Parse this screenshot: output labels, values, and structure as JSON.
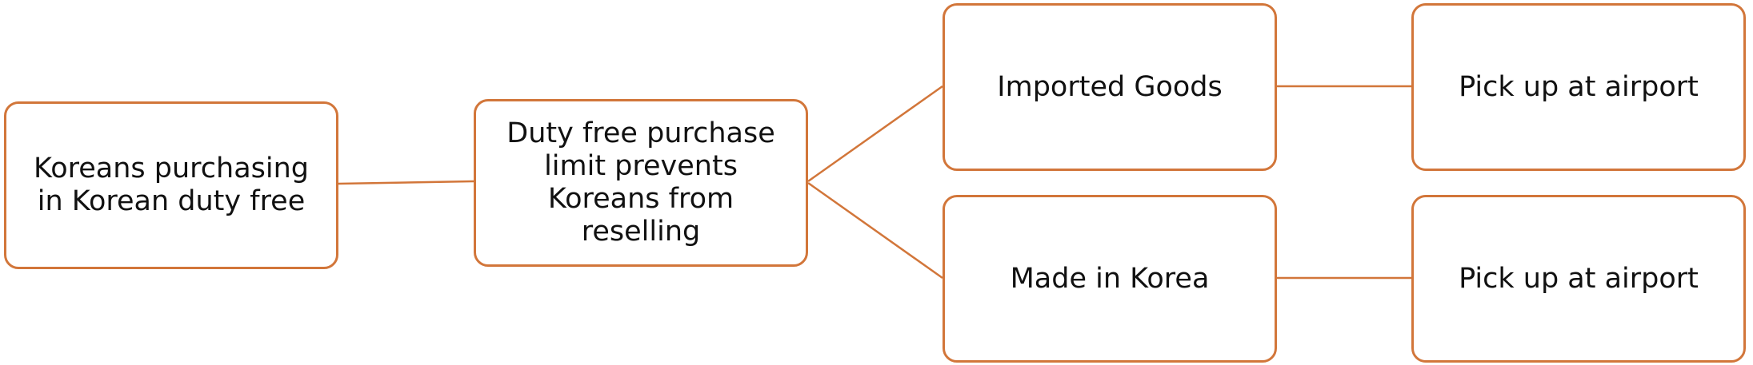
{
  "diagram": {
    "accent_color": "#d2763a",
    "nodes": [
      {
        "id": "n1",
        "label": "Koreans purchasing\nin Korean duty free"
      },
      {
        "id": "n2",
        "label": "Duty free purchase\nlimit prevents\nKoreans from\nreselling"
      },
      {
        "id": "n3",
        "label": "Imported Goods"
      },
      {
        "id": "n4",
        "label": "Made in Korea"
      },
      {
        "id": "n5",
        "label": "Pick up at airport"
      },
      {
        "id": "n6",
        "label": "Pick up at airport"
      }
    ],
    "edges": [
      {
        "from": "n1",
        "to": "n2"
      },
      {
        "from": "n2",
        "to": "n3"
      },
      {
        "from": "n2",
        "to": "n4"
      },
      {
        "from": "n3",
        "to": "n5"
      },
      {
        "from": "n4",
        "to": "n6"
      }
    ]
  }
}
